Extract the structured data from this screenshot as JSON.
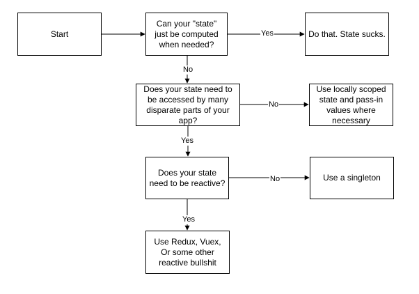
{
  "nodes": {
    "start": "Start",
    "q1": "Can your \"state\" just be computed when needed?",
    "r1": "Do that. State sucks.",
    "q2": "Does your state need to be accessed by many disparate parts of your app?",
    "r2": "Use locally scoped state and pass-in values where necessary",
    "q3": "Does your state need to be reactive?",
    "r3": "Use a singleton",
    "r4": "Use Redux, Vuex, Or some other reactive bullshit"
  },
  "edges": {
    "q1_yes": "Yes",
    "q1_no": "No",
    "q2_no": "No",
    "q2_yes": "Yes",
    "q3_no": "No",
    "q3_yes": "Yes"
  }
}
